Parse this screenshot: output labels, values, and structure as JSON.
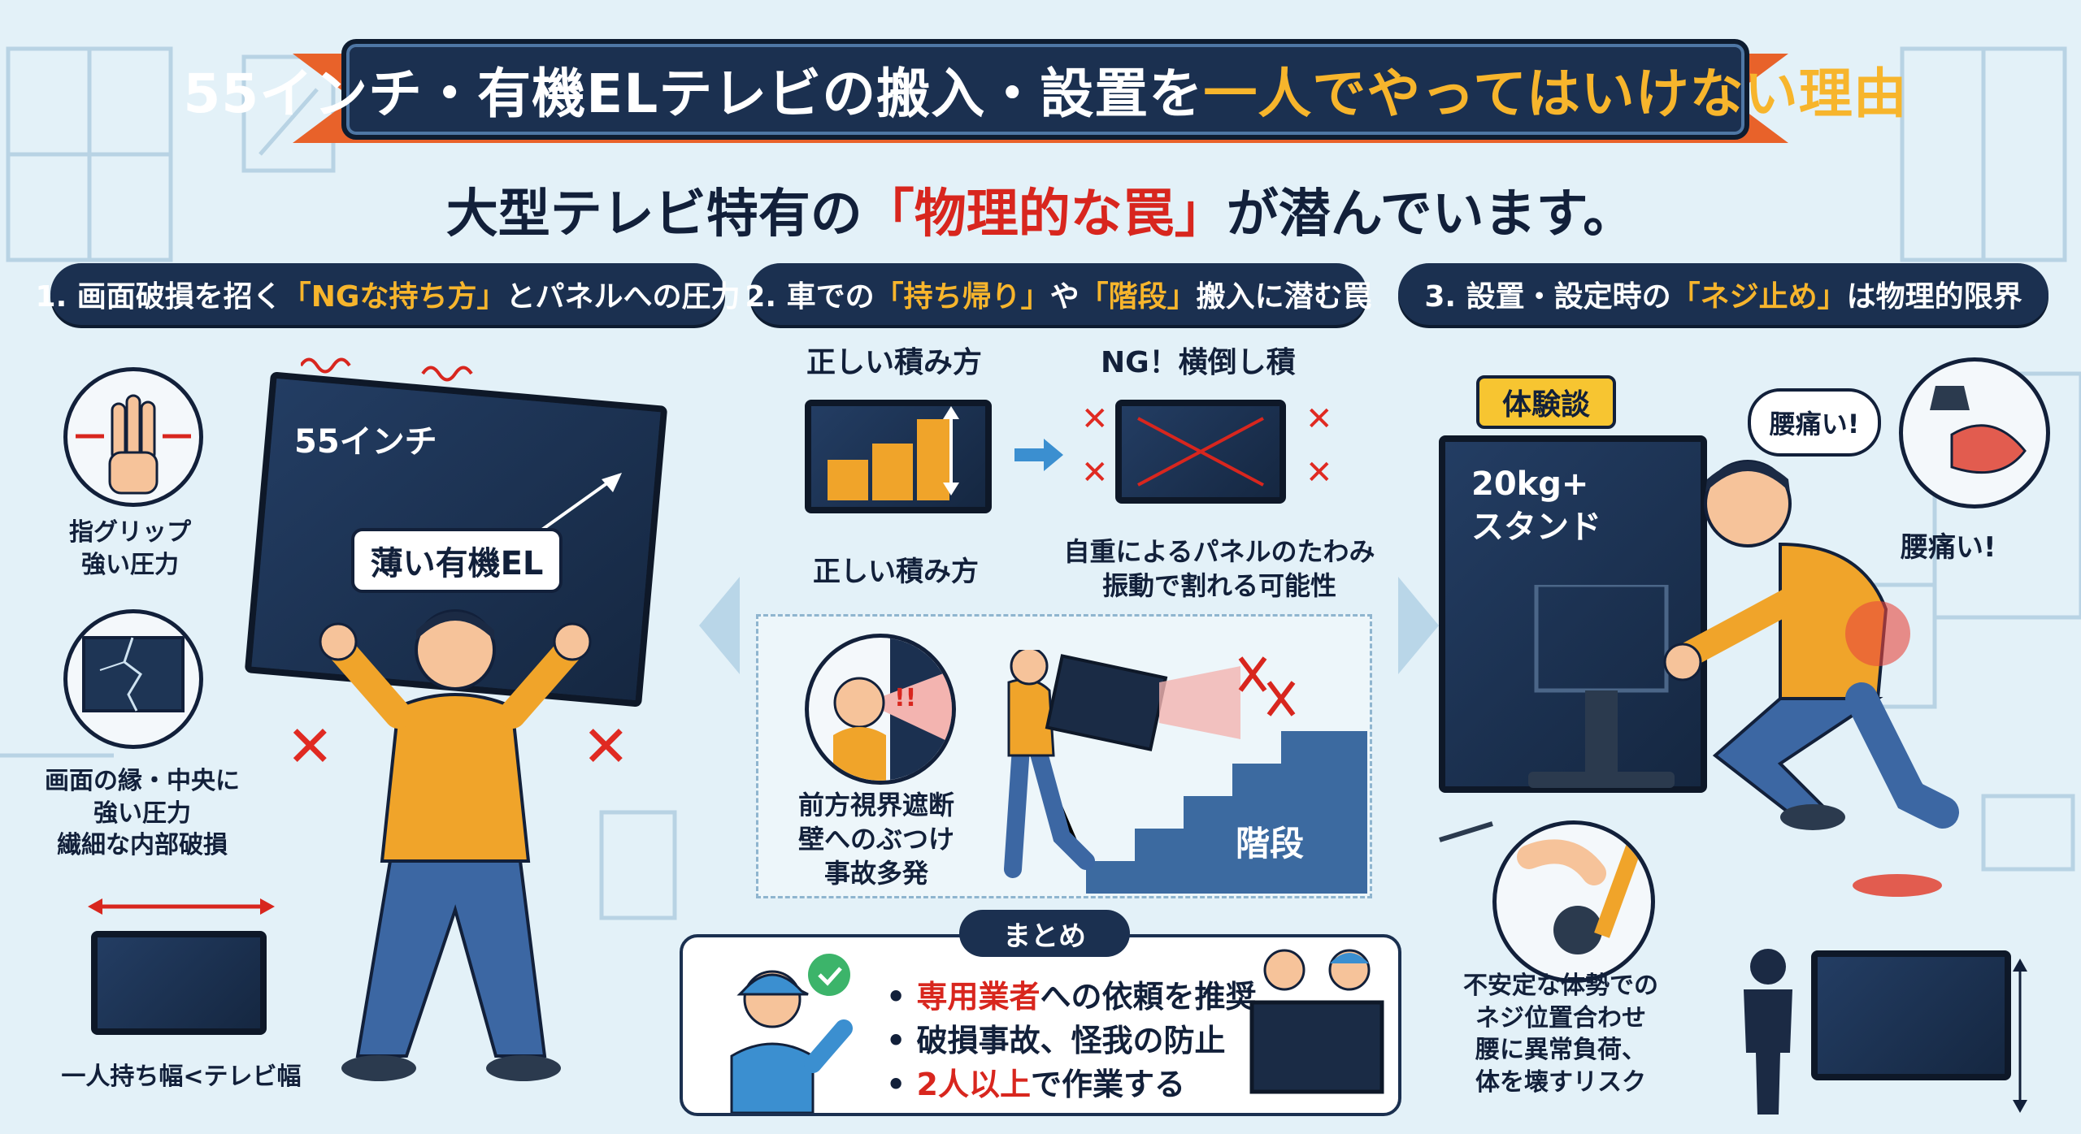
{
  "title": {
    "pre": "55インチ・有機ELテレビの搬入・設置を",
    "highlight": "一人でやってはいけない理由"
  },
  "subtitle": {
    "pre": "大型テレビ特有の",
    "highlight": "「物理的な罠」",
    "post": "が潜んでいます。"
  },
  "sections": [
    {
      "pre": "1. 画面破損を招く",
      "highlight": "「NGな持ち方」",
      "post": "とパネルへの圧力"
    },
    {
      "pre": "2. 車での",
      "highlight": "「持ち帰り」",
      "mid": "や",
      "highlight2": "「階段」",
      "post": "搬入に潜む罠"
    },
    {
      "pre": "3. 設置・設定時の",
      "highlight": "「ネジ止め」",
      "post": "は物理的限界"
    }
  ],
  "s1": {
    "grip": "指グリップ\n強い圧力",
    "tv_size": "55インチ",
    "oled": "薄い有機EL",
    "edge": "画面の縁・中央に\n強い圧力\n繊細な内部破損",
    "width": "一人持ち幅<テレビ幅"
  },
  "s2": {
    "correct_head": "正しい積み方",
    "ng_head": "NG！横倒し積",
    "correct_foot": "正しい積み方",
    "ng_foot": "自重によるパネルのたわみ\n振動で割れる可能性",
    "vision": "前方視界遮断\n壁へのぶつけ\n事故多発",
    "stairs": "階段",
    "alert": "!!"
  },
  "s3": {
    "badge": "体験談",
    "weight": "20kg+\nスタンド",
    "pain1": "腰痛い!",
    "pain2": "腰痛い!",
    "risk": "不安定な体勢での\nネジ位置合わせ\n腰に異常負荷、\n体を壊すリスク"
  },
  "summary": {
    "title": "まとめ",
    "items": [
      {
        "red": "専用業者",
        "rest": "への依頼を推奨"
      },
      {
        "red": "",
        "rest": "破損事故、怪我の防止"
      },
      {
        "red": "2人以上",
        "rest": "で作業する"
      }
    ]
  },
  "colors": {
    "navy": "#1b3050",
    "orange": "#e8622a",
    "yellow": "#f7b52c",
    "red": "#d8261e",
    "sky": "#e3f1f8"
  }
}
